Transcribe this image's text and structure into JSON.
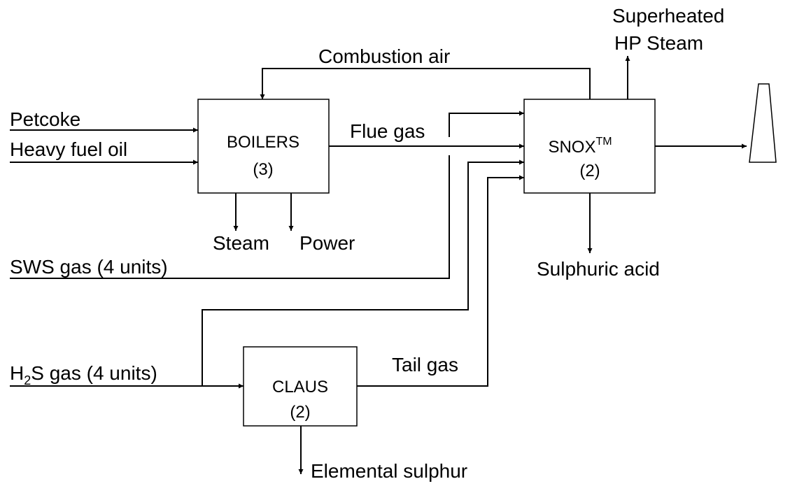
{
  "units": {
    "boilers": {
      "name": "BOILERS",
      "count": "(3)"
    },
    "snox": {
      "name": "SNOX",
      "superscript": "TM",
      "count": "(2)"
    },
    "claus": {
      "name": "CLAUS",
      "count": "(2)"
    }
  },
  "streams": {
    "petcoke": "Petcoke",
    "heavy_fuel_oil": "Heavy fuel oil",
    "combustion_air": "Combustion air",
    "flue_gas": "Flue gas",
    "steam": "Steam",
    "power": "Power",
    "sws_gas": "SWS gas (4 units)",
    "h2s_gas_prefix": "H",
    "h2s_gas_subscript": "2",
    "h2s_gas_suffix": "S gas (4 units)",
    "tail_gas": "Tail gas",
    "elemental_sulphur": "Elemental sulphur",
    "sulphuric_acid": "Sulphuric acid",
    "superheated_line1": "Superheated",
    "superheated_line2": "HP Steam"
  }
}
